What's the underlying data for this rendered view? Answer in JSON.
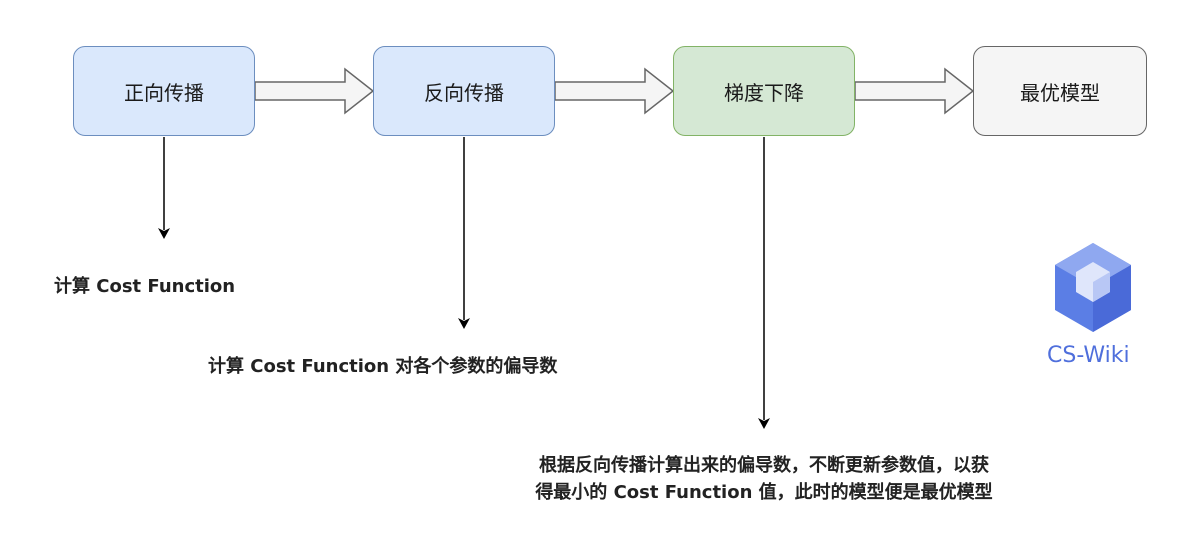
{
  "nodes": {
    "forward": "正向传播",
    "backward": "反向传播",
    "descent": "梯度下降",
    "optimal": "最优模型"
  },
  "notes": {
    "forward": "计算 Cost Function",
    "backward": "计算 Cost Function 对各个参数的偏导数",
    "descent_line1": "根据反向传播计算出来的偏导数，不断更新参数值，以获",
    "descent_line2": "得最小的 Cost Function 值，此时的模型便是最优模型"
  },
  "logo": {
    "text": "CS-Wiki",
    "icon": "cube-logo-icon"
  },
  "colors": {
    "blue_fill": "#dae8fc",
    "blue_stroke": "#6c8ebf",
    "green_fill": "#d5e8d4",
    "green_stroke": "#82b366",
    "gray_fill": "#f5f5f5",
    "gray_stroke": "#666666",
    "logo": "#4f6fdc"
  }
}
